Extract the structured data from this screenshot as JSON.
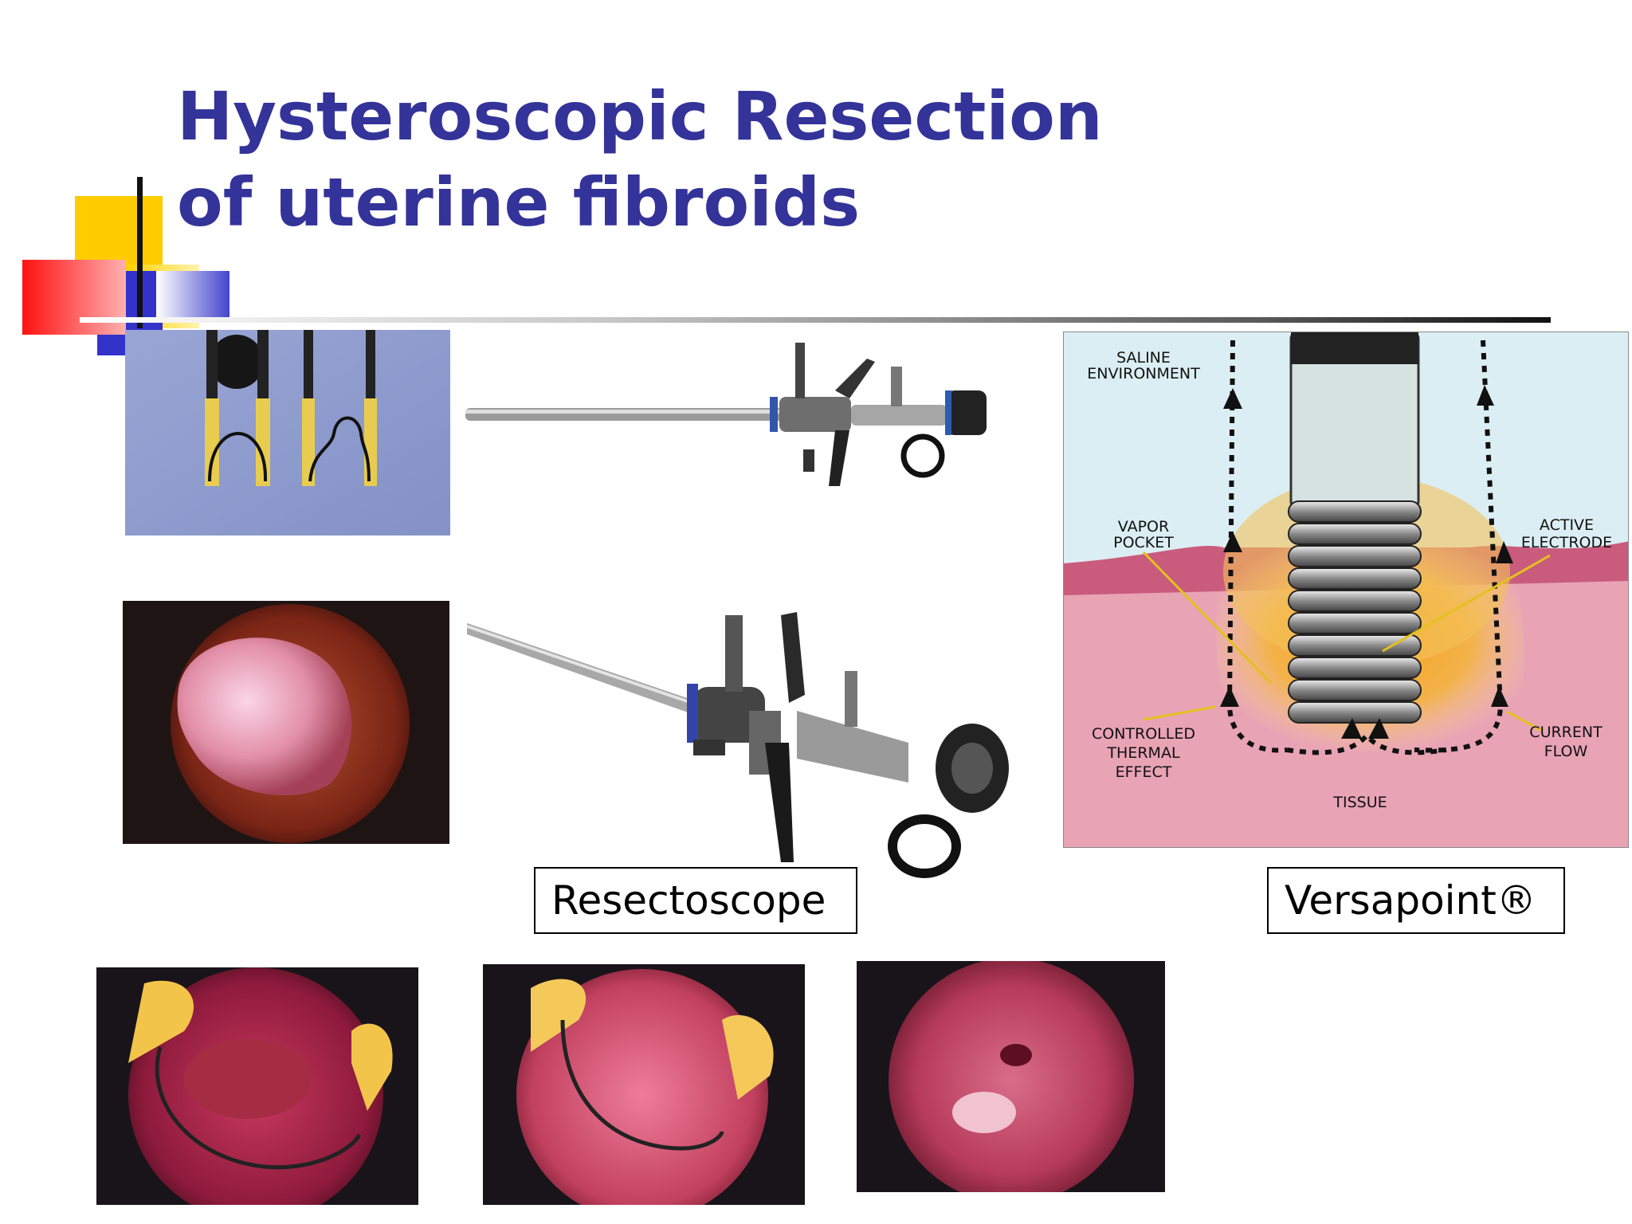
{
  "slide": {
    "title_line1": "Hysteroscopic Resection",
    "title_line2": "of uterine fibroids",
    "title_color": "#333399",
    "accent_colors": [
      "#ffcc00",
      "#ff0000",
      "#3333cc"
    ]
  },
  "captions": {
    "resectoscope": "Resectoscope",
    "versapoint": "Versapoint®"
  },
  "diagram": {
    "labels": {
      "saline_1": "SALINE",
      "saline_2": "ENVIRONMENT",
      "vapor_1": "VAPOR",
      "vapor_2": "POCKET",
      "active_1": "ACTIVE",
      "active_2": "ELECTRODE",
      "controlled_1": "CONTROLLED",
      "controlled_2": "THERMAL",
      "controlled_3": "EFFECT",
      "current_1": "CURRENT",
      "current_2": "FLOW",
      "tissue": "TISSUE"
    }
  }
}
